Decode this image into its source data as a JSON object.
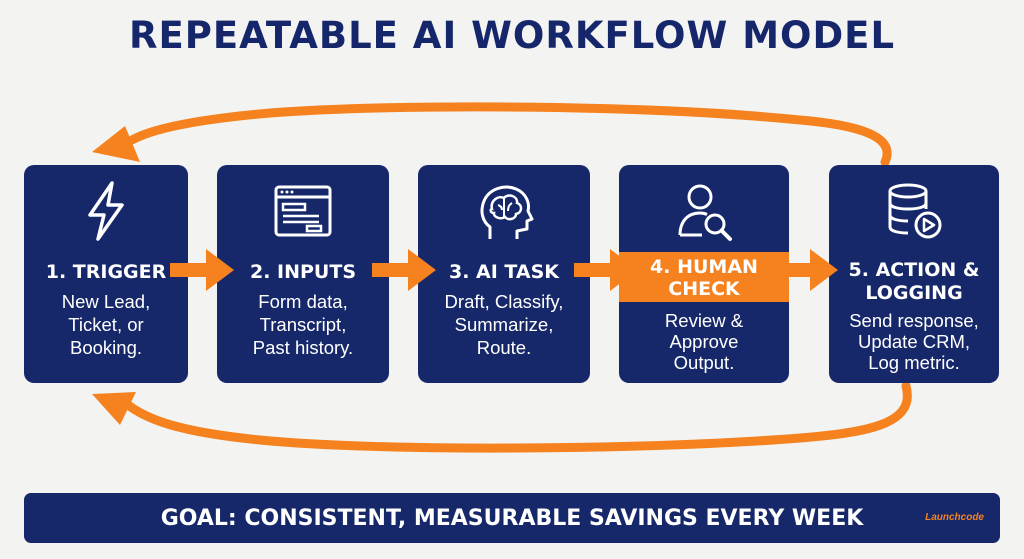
{
  "title": "REPEATABLE AI WORKFLOW MODEL",
  "steps": [
    {
      "label": "1. TRIGGER",
      "desc": [
        "New Lead,",
        "Ticket, or",
        "Booking."
      ],
      "icon": "lightning-bolt-icon"
    },
    {
      "label": "2. INPUTS",
      "desc": [
        "Form data,",
        "Transcript,",
        "Past history."
      ],
      "icon": "browser-form-icon"
    },
    {
      "label": "3. AI TASK",
      "desc": [
        "Draft, Classify,",
        "Summarize,",
        "Route."
      ],
      "icon": "brain-head-icon"
    },
    {
      "label": [
        "4. HUMAN",
        "CHECK"
      ],
      "desc": [
        "Review &",
        "Approve",
        "Output."
      ],
      "icon": "person-magnifier-icon"
    },
    {
      "label": [
        "5. ACTION &",
        "LOGGING"
      ],
      "desc": [
        "Send response,",
        "Update CRM,",
        "Log metric."
      ],
      "icon": "database-play-icon"
    }
  ],
  "goal": "GOAL: CONSISTENT, MEASURABLE SAVINGS EVERY WEEK",
  "brand": "Launchcode",
  "colors": {
    "navy": "#16286a",
    "orange": "#f5821f",
    "background": "#f3f3f2"
  }
}
